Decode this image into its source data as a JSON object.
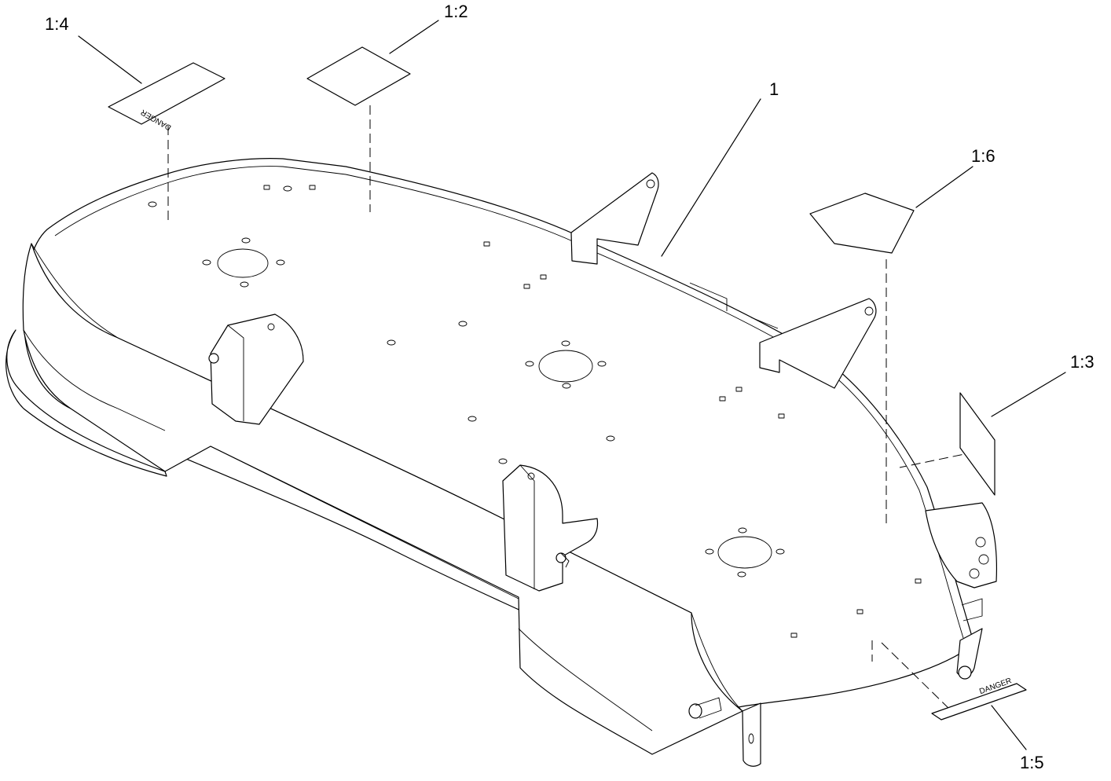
{
  "callouts": {
    "main_deck": "1",
    "decal_top_left": "1:4",
    "decal_top_center": "1:2",
    "decal_right_upper": "1:6",
    "decal_right_side": "1:3",
    "decal_bottom_right": "1:5"
  },
  "decal_text": {
    "danger_top": "DANGER",
    "danger_bottom": "DANGER"
  }
}
